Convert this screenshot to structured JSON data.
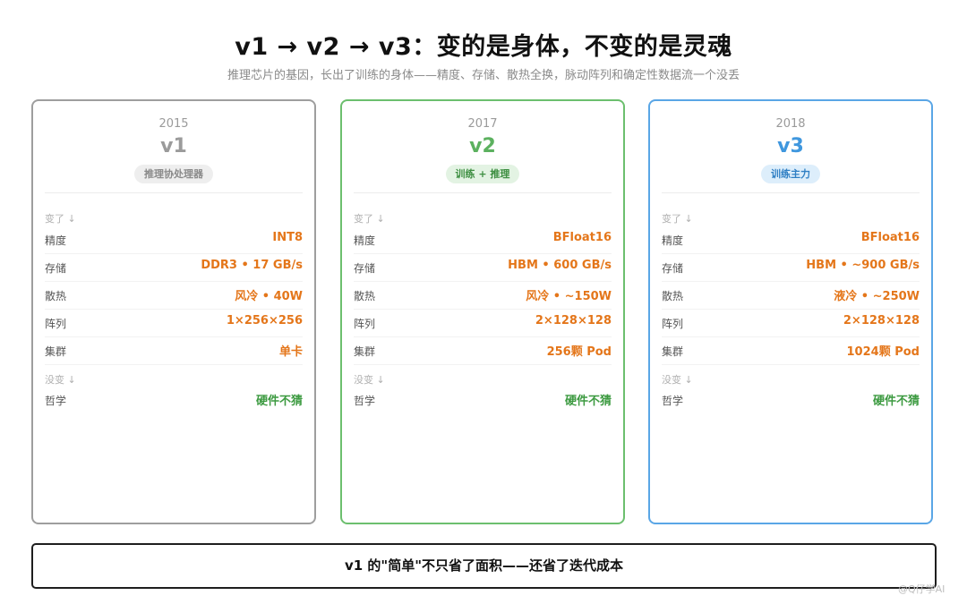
{
  "header": {
    "title": "v1 → v2 → v3：变的是身体，不变的是灵魂",
    "subtitle": "推理芯片的基因，长出了训练的身体——精度、存储、散热全换，脉动阵列和确定性数据流一个没丢"
  },
  "cards": [
    {
      "year": "2015",
      "version": "v1",
      "badge": "推理协处理器",
      "changed_label": "变了 ↓",
      "unchanged_label": "没变 ↓",
      "rows": [
        {
          "label": "精度",
          "value": "INT8"
        },
        {
          "label": "存储",
          "value": "DDR3 • 17 GB/s"
        },
        {
          "label": "散热",
          "value": "风冷 • 40W"
        },
        {
          "label": "阵列",
          "value": "1×256×256"
        },
        {
          "label": "集群",
          "value": "单卡"
        }
      ],
      "constant": {
        "label": "哲学",
        "value": "硬件不猜"
      }
    },
    {
      "year": "2017",
      "version": "v2",
      "badge": "训练 + 推理",
      "changed_label": "变了 ↓",
      "unchanged_label": "没变 ↓",
      "rows": [
        {
          "label": "精度",
          "value": "BFloat16"
        },
        {
          "label": "存储",
          "value": "HBM • 600 GB/s"
        },
        {
          "label": "散热",
          "value": "风冷 • ~150W"
        },
        {
          "label": "阵列",
          "value": "2×128×128"
        },
        {
          "label": "集群",
          "value": "256颗 Pod"
        }
      ],
      "constant": {
        "label": "哲学",
        "value": "硬件不猜"
      }
    },
    {
      "year": "2018",
      "version": "v3",
      "badge": "训练主力",
      "changed_label": "变了 ↓",
      "unchanged_label": "没变 ↓",
      "rows": [
        {
          "label": "精度",
          "value": "BFloat16"
        },
        {
          "label": "存储",
          "value": "HBM • ~900 GB/s"
        },
        {
          "label": "散热",
          "value": "液冷 • ~250W"
        },
        {
          "label": "阵列",
          "value": "2×128×128"
        },
        {
          "label": "集群",
          "value": "1024颗 Pod"
        }
      ],
      "constant": {
        "label": "哲学",
        "value": "硬件不猜"
      }
    }
  ],
  "footer": {
    "note": "v1 的\"简单\"不只省了面积——还省了迭代成本",
    "watermark": "@Q仔学AI"
  },
  "colors": {
    "v1": "#9e9e9e",
    "v2": "#6cbf6e",
    "v3": "#5aa6e6",
    "changed_value": "#e4761a",
    "constant_value": "#3c9a40"
  }
}
